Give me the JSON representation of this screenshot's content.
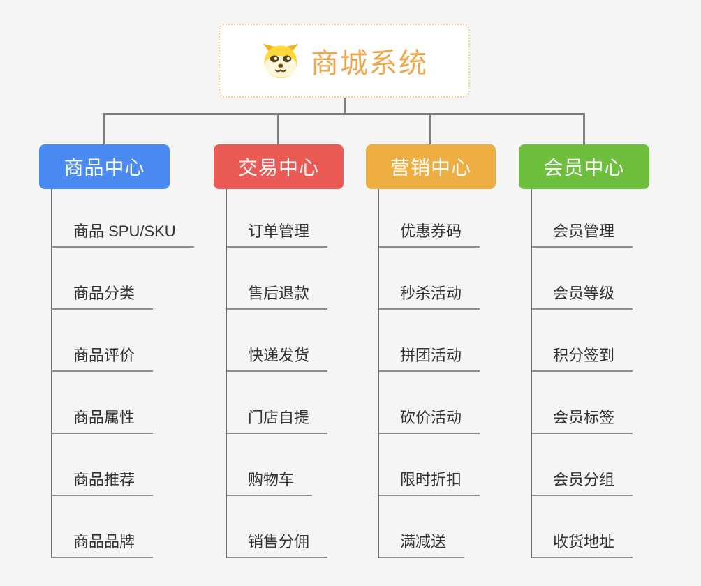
{
  "root": {
    "title": "商城系统",
    "icon": "dog-face"
  },
  "branches": [
    {
      "label": "商品中心",
      "color": "#4A8BF3",
      "children": [
        "商品 SPU/SKU",
        "商品分类",
        "商品评价",
        "商品属性",
        "商品推荐",
        "商品品牌"
      ]
    },
    {
      "label": "交易中心",
      "color": "#EA5B55",
      "children": [
        "订单管理",
        "售后退款",
        "快递发货",
        "门店自提",
        "购物车",
        "销售分佣"
      ]
    },
    {
      "label": "营销中心",
      "color": "#EDAE42",
      "children": [
        "优惠券码",
        "秒杀活动",
        "拼团活动",
        "砍价活动",
        "限时折扣",
        "满减送"
      ]
    },
    {
      "label": "会员中心",
      "color": "#6FBF3F",
      "children": [
        "会员管理",
        "会员等级",
        "积分签到",
        "会员标签",
        "会员分组",
        "收货地址"
      ]
    }
  ],
  "colors": {
    "background": "#F5F5F5",
    "connector": "#7F7F7F",
    "underline": "#8E8E8E",
    "root_border": "#F7CE8E",
    "root_title": "#F0A64A",
    "item_text": "#333333"
  }
}
